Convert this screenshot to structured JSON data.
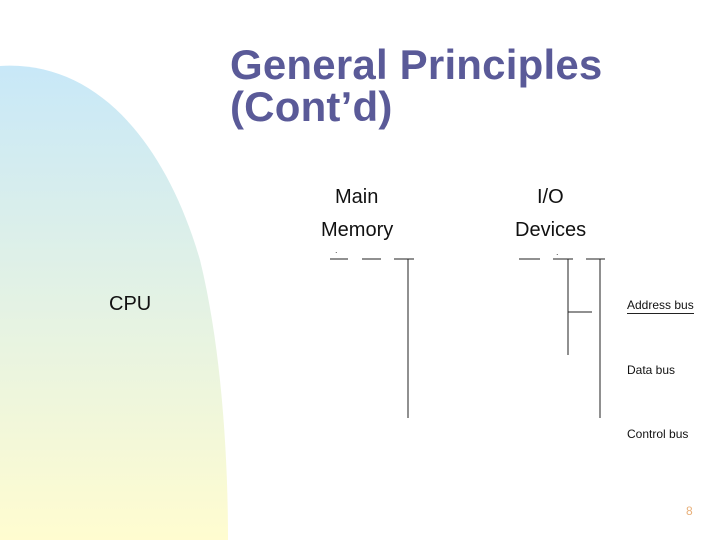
{
  "slide": {
    "title_line1": "General Principles",
    "title_line2": "(Cont’d)",
    "page_number": "8"
  },
  "diagram": {
    "main_memory_line1": "Main",
    "main_memory_line2": "Memory",
    "io_line1": "I/O",
    "io_line2": "Devices",
    "cpu": "CPU",
    "address_bus": "Address bus",
    "data_bus": "Data bus",
    "control_bus": "Control bus"
  },
  "colors": {
    "title": "#5a5a98",
    "gradient_top": "#c8e8f8",
    "gradient_bottom": "#fffcd0",
    "page_number": "#e8b07a"
  }
}
